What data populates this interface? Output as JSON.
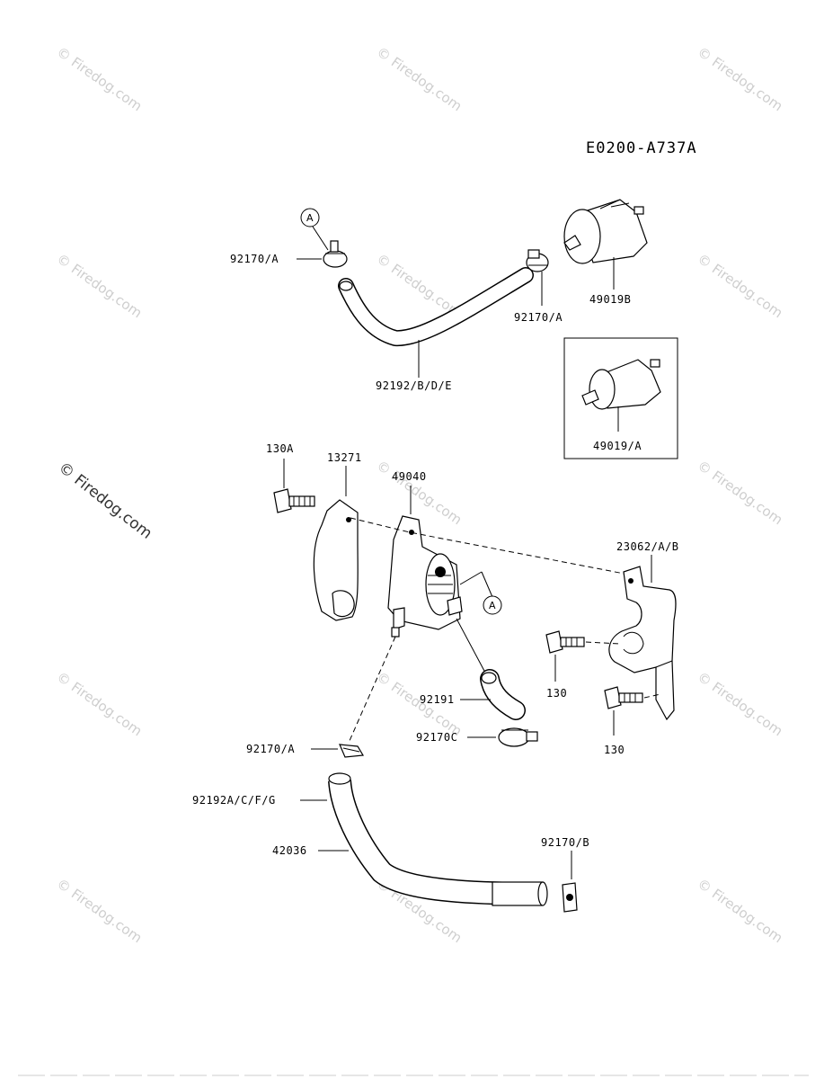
{
  "diagram_code": "E0200-A737A",
  "watermark_text": "© Firedog.com",
  "callout_letter": "A",
  "labels": {
    "clamp_top_left": "92170/A",
    "clamp_top_right": "92170/A",
    "filter_top": "49019B",
    "hose_top": "92192/B/D/E",
    "filter_boxed": "49019/A",
    "bolt_130a": "130A",
    "cover_13271": "13271",
    "pump_49040": "49040",
    "bracket": "23062/A/B",
    "bolt_130_upper": "130",
    "bolt_130_lower": "130",
    "elbow_hose": "92191",
    "clamp_c": "92170C",
    "clamp_mid": "92170/A",
    "hose_lower": "92192A/C/F/G",
    "hose_42036": "42036",
    "clamp_b": "92170/B"
  }
}
